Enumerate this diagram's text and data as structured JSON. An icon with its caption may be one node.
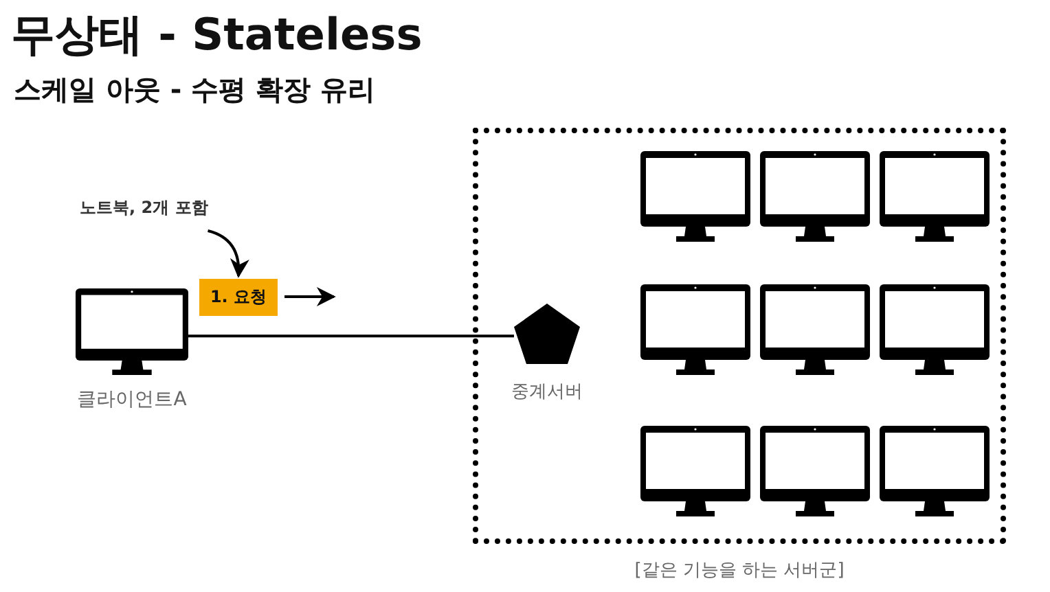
{
  "diagram": {
    "title": "무상태 - Stateless",
    "nodes": [
      {
        "text": [
          "노트북, 2개 포함"
        ]
      },
      {
        "text": [
          "1. 요청"
        ]
      },
      {
        "text": [
          "클라이언트A"
        ]
      },
      {
        "text": [
          "[같은 기능을 하는 서버군]"
        ]
      },
      {
        "text": [
          "중계서버"
        ],
        "in": 3
      },
      {
        "text": [],
        "shape": "monitor",
        "in": 3
      },
      {
        "text": [],
        "shape": "monitor",
        "in": 3
      },
      {
        "text": [],
        "shape": "monitor",
        "in": 3
      },
      {
        "text": [],
        "shape": "monitor",
        "in": 3
      },
      {
        "text": [],
        "shape": "monitor",
        "in": 3
      },
      {
        "text": [],
        "shape": "monitor",
        "in": 3
      },
      {
        "text": [],
        "shape": "monitor",
        "in": 3
      },
      {
        "text": [],
        "shape": "monitor",
        "in": 3
      },
      {
        "text": [],
        "shape": "monitor",
        "in": 3
      }
    ],
    "edges": [
      {
        "from": 0,
        "to": 1,
        "arrow": "to"
      },
      {
        "from": 2,
        "to": 4,
        "arrow": "none"
      }
    ],
    "labels": [
      "스케일 아웃 - 수평 확장 유리"
    ]
  }
}
